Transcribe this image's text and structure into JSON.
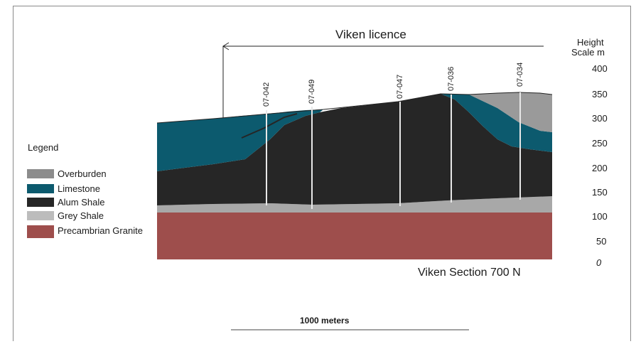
{
  "licence_label": "Viken licence",
  "section_title": "Viken Section 700 N",
  "scale_bar_label": "1000 meters",
  "height_scale": {
    "title_line1": "Height",
    "title_line2": "Scale m",
    "ticks": [
      "400",
      "350",
      "300",
      "250",
      "200",
      "150",
      "100",
      "50",
      "0"
    ]
  },
  "legend": {
    "title": "Legend",
    "items": [
      {
        "label": "Overburden",
        "color": "#8c8c8c"
      },
      {
        "label": "Limestone",
        "color": "#0c5a6e"
      },
      {
        "label": "Alum Shale",
        "color": "#262626"
      },
      {
        "label": "Grey Shale",
        "color": "#bcbcbc"
      },
      {
        "label": "Precambrian Granite",
        "color": "#9e4e4c"
      }
    ]
  },
  "boreholes": [
    "07-042",
    "07-049",
    "07-047",
    "07-036",
    "07-034"
  ],
  "colors": {
    "overburden": "#9a9a9a",
    "limestone": "#0c5a6e",
    "alum_shale": "#262626",
    "grey_shale": "#a8a8a8",
    "granite": "#9e4e4c",
    "frame": "#8a8a8a"
  }
}
